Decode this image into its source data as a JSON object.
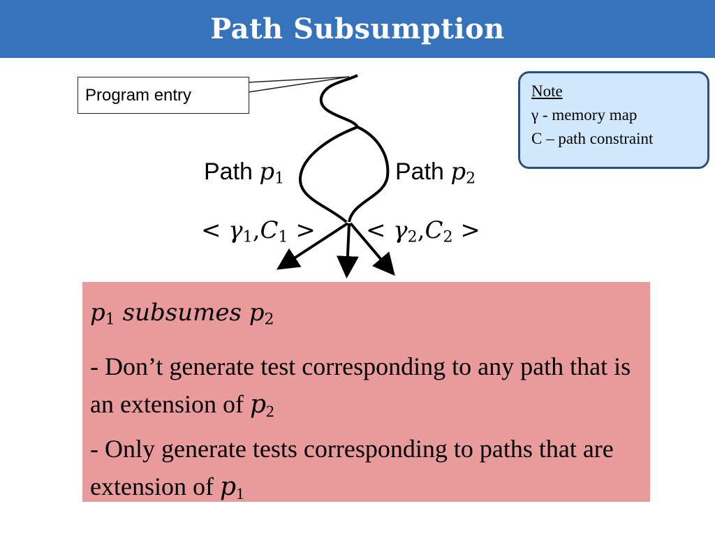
{
  "slide": {
    "title": "Path Subsumption"
  },
  "callout": {
    "text": "Program entry"
  },
  "note": {
    "heading": "Note",
    "line1": "γ - memory map",
    "line2": "C – path constraint"
  },
  "paths": {
    "p1": {
      "word": "Path",
      "var": "p",
      "sub": "1"
    },
    "p2": {
      "word": "Path",
      "var": "p",
      "sub": "2"
    }
  },
  "states": {
    "s1": {
      "open": "< ",
      "gamma": "γ",
      "gsub": "1",
      "comma": ",",
      "c": "C",
      "csub": "1",
      "close": " >"
    },
    "s2": {
      "open": "< ",
      "gamma": "γ",
      "gsub": "2",
      "comma": ",",
      "c": "C",
      "csub": "2",
      "close": " >"
    }
  },
  "conclusion": {
    "heading": {
      "p": "p",
      "psub": "1",
      "verb": "subsumes",
      "q": "p",
      "qsub": "2"
    },
    "bullet1": {
      "text": "- Don’t generate test corresponding to any path that is an extension of ",
      "var": "p",
      "sub": "2"
    },
    "bullet2": {
      "text": "- Only generate tests corresponding to paths that are extension of ",
      "var": "p",
      "sub": "1"
    }
  },
  "colors": {
    "header_bg": "#3772bd",
    "note_bg": "#cfe8fb",
    "note_border": "#2b4f80",
    "conclusion_bg": "#e99a9b"
  }
}
